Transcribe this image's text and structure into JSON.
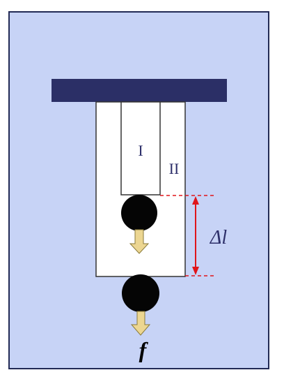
{
  "labels": {
    "column_one": "I",
    "column_two": "II",
    "extension": "Δl",
    "force": "f"
  },
  "colors": {
    "frame_background": "#c7d3f6",
    "frame_border": "#222a55",
    "ceiling": "#2b2f66",
    "column_fill": "#ffffff",
    "column_stroke": "#333333",
    "ball": "#050505",
    "arrow_fill": "#ecd691",
    "arrow_stroke": "#8a7a3a",
    "dimension": "#e0151a",
    "label_text": "#2d2f6a",
    "force_text": "#000000"
  }
}
